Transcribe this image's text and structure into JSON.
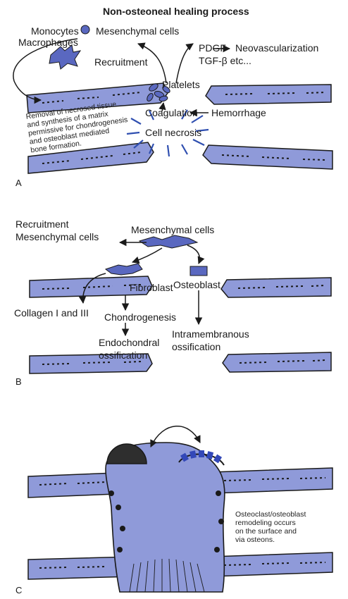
{
  "title": "Non-osteoneal healing process",
  "colors": {
    "bone_fill": "#8f9ad9",
    "cell_fill": "#5a68c0",
    "ink": "#1a1a1a",
    "osteoclast": "#2e2e2e",
    "osteoblast": "#3348b8"
  },
  "panel_a": {
    "label": "A",
    "monocytes": "Monocytes",
    "macrophages": "Macrophages",
    "mesenchymal": "Mesenchymal cells",
    "recruitment": "Recruitment",
    "pdgf": "PDGF",
    "tgf": "TGF-β etc...",
    "neovascularization": "Neovascularization",
    "platelets": "Platelets",
    "coagulation": "Coagulation",
    "hemorrhage": "Hemorrhage",
    "cell_necrosis": "Cell necrosis",
    "note_lines": [
      "Removal of necrosed tissue",
      "and synthesis of a matrix",
      "permissive for chondrogenesis",
      "and osteoblast mediated",
      "bone formation."
    ]
  },
  "panel_b": {
    "label": "B",
    "recruitment_line1": "Recruitment",
    "recruitment_line2": "Mesenchymal cells",
    "mesenchymal": "Mesenchymal cells",
    "fibroblast": "Fibroblast",
    "osteoblast": "Osteoblast",
    "collagen": "Collagen I and III",
    "chondrogenesis": "Chondrogenesis",
    "endochondral_line1": "Endochondral",
    "endochondral_line2": "ossification",
    "intramembranous_line1": "Intramembranous",
    "intramembranous_line2": "ossification"
  },
  "panel_c": {
    "label": "C",
    "note_lines": [
      "Osteoclast/osteoblast",
      "remodeling occurs",
      "on the surface and",
      "via osteons."
    ]
  }
}
